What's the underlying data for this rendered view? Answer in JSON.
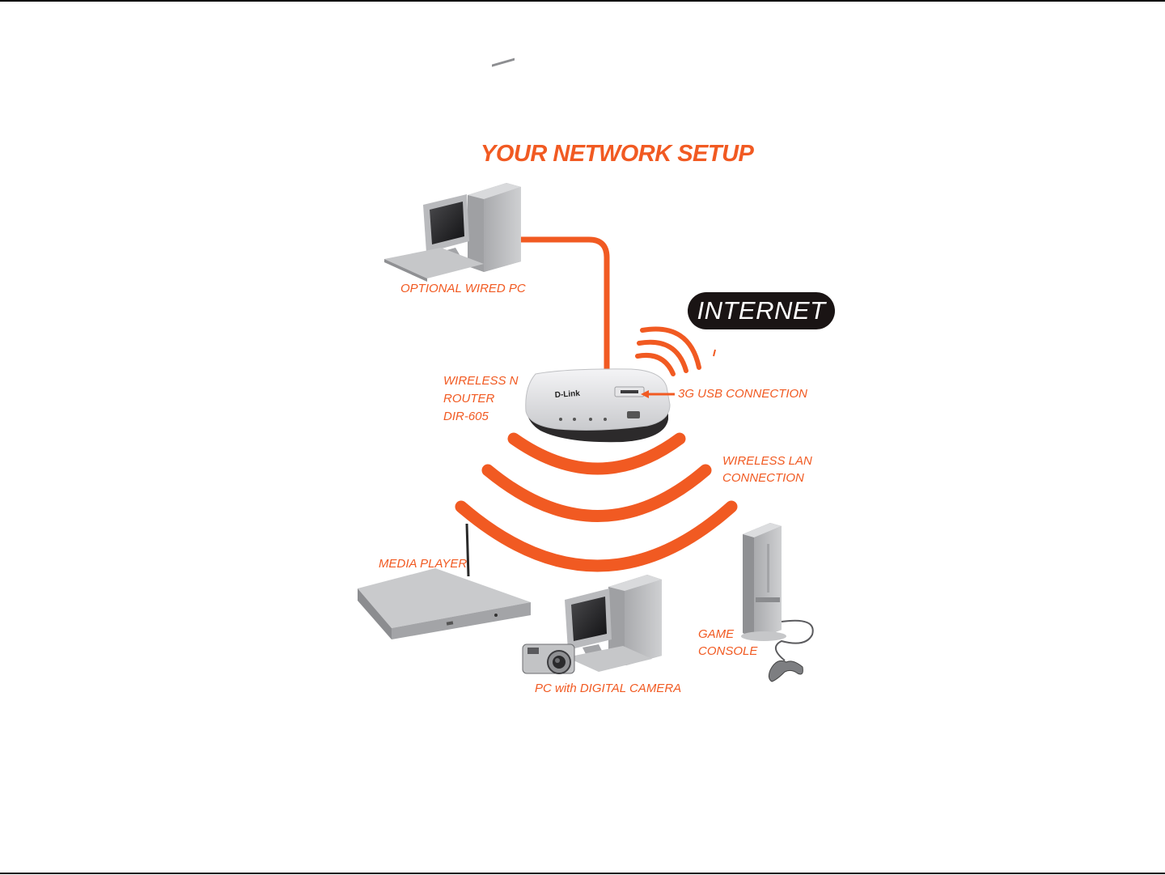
{
  "title": "YOUR NETWORK SETUP",
  "colors": {
    "accent": "#f15a22",
    "badge": "#1a1414",
    "device_gray": "#b8b9bb"
  },
  "badges": {
    "internet": "INTERNET"
  },
  "labels": {
    "wired_pc": "OPTIONAL WIRED PC",
    "router_line1": "WIRELESS N",
    "router_line2": "ROUTER",
    "router_line3": "DIR-605",
    "usb": "3G USB CONNECTION",
    "wlan_line1": "WIRELESS LAN",
    "wlan_line2": "CONNECTION",
    "media_player": "MEDIA PLAYER",
    "pc_camera": "PC with DIGITAL CAMERA",
    "console_line1": "GAME",
    "console_line2": "CONSOLE"
  },
  "router": {
    "brand": "D-Link"
  },
  "icons": [
    "desktop-pc-icon",
    "router-icon",
    "media-player-icon",
    "digital-camera-icon",
    "game-console-icon",
    "gamepad-icon",
    "wireless-signal-icon"
  ]
}
